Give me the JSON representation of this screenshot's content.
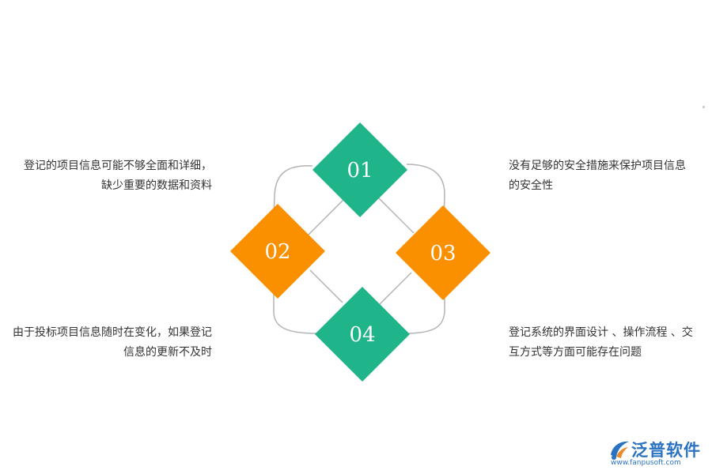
{
  "diagram": {
    "items": [
      {
        "number": "01",
        "color": "#1fb489",
        "text_lines": [
          "没有足够的安全措施来保护项目信息",
          "的安全性"
        ]
      },
      {
        "number": "02",
        "color": "#fa9000",
        "text_lines": [
          "登记的项目信息可能不够全面和详细，",
          "缺少重要的数据和资料"
        ]
      },
      {
        "number": "03",
        "color": "#fa9000",
        "text_lines": [
          "登记系统的界面设计 、操作流程 、交",
          "互方式等方面可能存在问题"
        ]
      },
      {
        "number": "04",
        "color": "#1fb489",
        "text_lines": [
          "由于投标项目信息随时在变化，如果登记",
          "信息的更新不及时"
        ]
      }
    ],
    "connector_color": "#b3b3b3"
  },
  "logo": {
    "name": "泛普软件",
    "url": "www.fanpusoft.com",
    "color": "#2a72c2"
  }
}
